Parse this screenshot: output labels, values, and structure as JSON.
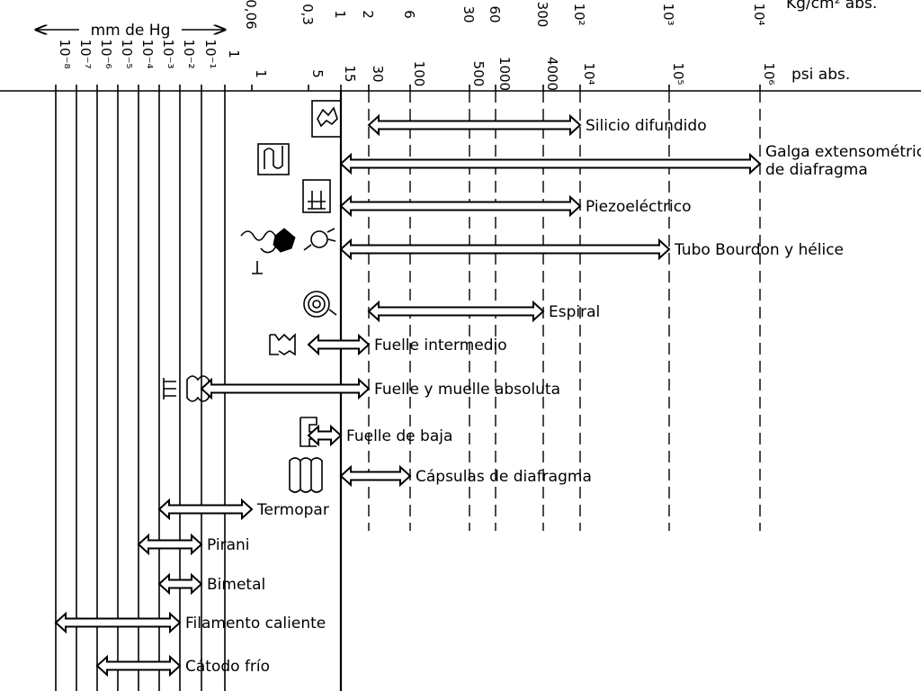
{
  "chart_data": {
    "type": "range-bars",
    "units": {
      "mmhg": "mm de Hg",
      "kg": "Kg/cm² abs.",
      "psi": "psi abs."
    },
    "ticks": {
      "mmhg": [
        {
          "label": "10⁻⁸",
          "psi": 1e-08
        },
        {
          "label": "10⁻⁷",
          "psi": 1e-07
        },
        {
          "label": "10⁻⁶",
          "psi": 1e-06
        },
        {
          "label": "10⁻⁵",
          "psi": 1e-05
        },
        {
          "label": "10⁻⁴",
          "psi": 0.0001
        },
        {
          "label": "10⁻³",
          "psi": 0.001
        },
        {
          "label": "10⁻²",
          "psi": 0.01
        },
        {
          "label": "10⁻¹",
          "psi": 0.1
        },
        {
          "label": "1",
          "psi": 0.3
        }
      ],
      "kg": [
        {
          "label": "0,06",
          "psi": 1
        },
        {
          "label": "0,3",
          "psi": 5
        },
        {
          "label": "1",
          "psi": 15
        },
        {
          "label": "2",
          "psi": 30
        },
        {
          "label": "6",
          "psi": 100
        },
        {
          "label": "30",
          "psi": 500
        },
        {
          "label": "60",
          "psi": 1000
        },
        {
          "label": "300",
          "psi": 4000
        },
        {
          "label": "10²",
          "psi": 10000
        },
        {
          "label": "10³",
          "psi": 100000
        },
        {
          "label": "10⁴",
          "psi": 1000000
        }
      ],
      "psi": [
        {
          "label": "1",
          "psi": 1
        },
        {
          "label": "5",
          "psi": 5
        },
        {
          "label": "15",
          "psi": 15
        },
        {
          "label": "30",
          "psi": 30
        },
        {
          "label": "100",
          "psi": 100
        },
        {
          "label": "500",
          "psi": 500
        },
        {
          "label": "1000",
          "psi": 1000
        },
        {
          "label": "4000",
          "psi": 4000
        },
        {
          "label": "10⁴",
          "psi": 10000
        },
        {
          "label": "10⁵",
          "psi": 100000
        },
        {
          "label": "10⁶",
          "psi": 1000000
        }
      ]
    },
    "ranges": [
      {
        "label": "Silicio difundido",
        "from": 30,
        "to": 10000
      },
      {
        "label": "Galga extensométrica de diafragma",
        "from": 15,
        "to": 1000000
      },
      {
        "label": "Piezoeléctrico",
        "from": 15,
        "to": 10000
      },
      {
        "label": "Tubo Bourdon y hélice",
        "from": 15,
        "to": 100000
      },
      {
        "label": "Espiral",
        "from": 30,
        "to": 4000
      },
      {
        "label": "Fuelle intermedio",
        "from": 5,
        "to": 30
      },
      {
        "label": "Fuelle y muelle absoluta",
        "from": 0.1,
        "to": 30
      },
      {
        "label": "Fuelle de baja",
        "from": 5,
        "to": 15
      },
      {
        "label": "Cápsulas de diafragma",
        "from": 15,
        "to": 100
      },
      {
        "label": "Termopar",
        "from": 0.001,
        "to": 1
      },
      {
        "label": "Pirani",
        "from": 0.0001,
        "to": 0.1
      },
      {
        "label": "Bimetal",
        "from": 0.001,
        "to": 0.1
      },
      {
        "label": "Filamento caliente",
        "from": 1e-08,
        "to": 0.01
      },
      {
        "label": "Cátodo frío",
        "from": 1e-06,
        "to": 0.01
      }
    ]
  }
}
